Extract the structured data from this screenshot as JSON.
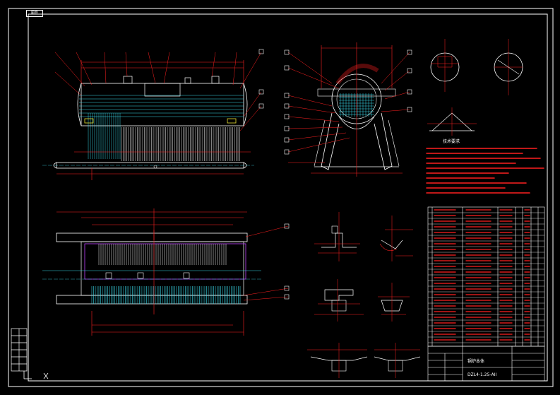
{
  "drawing": {
    "tag_label": "图号",
    "tech_requirements_title": "技术要求",
    "title_block_name": "锅炉本体",
    "title_block_code": "DZL4-1.25-AII"
  },
  "colors": {
    "background": "#000000",
    "frame": "#ffffff",
    "red": "#ff2020",
    "cyan": "#3ad8e8",
    "yellow": "#e8e030",
    "magenta": "#c040ff",
    "white": "#ffffff"
  }
}
